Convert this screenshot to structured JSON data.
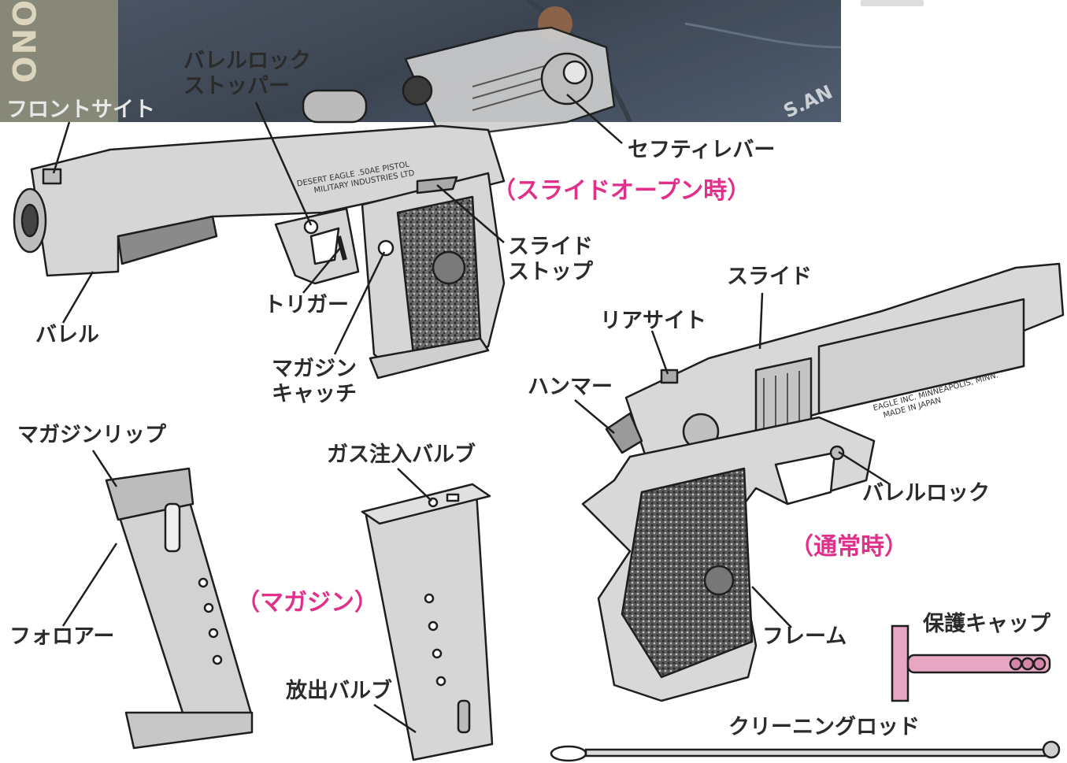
{
  "banner": {
    "side_text": "ONO",
    "shirt_text": "S.AN"
  },
  "labels": {
    "barrel_lock_stopper": [
      "バレルロック",
      "ストッパー"
    ],
    "front_sight": "フロントサイト",
    "safety_lever": "セフティレバー",
    "slide_open_caption": "（スライドオープン時）",
    "slide_stop": [
      "スライド",
      "ストップ"
    ],
    "slide": "スライド",
    "barrel": "バレル",
    "trigger": "トリガー",
    "magazine_catch": [
      "マガジン",
      "キャッチ"
    ],
    "rear_sight": "リアサイト",
    "hammer": "ハンマー",
    "magazine_lip": "マガジンリップ",
    "gas_inlet_valve": "ガス注入バルブ",
    "barrel_lock": "バレルロック",
    "normal_caption": "（通常時）",
    "follower": "フォロアー",
    "magazine_caption": "（マガジン）",
    "frame": "フレーム",
    "protection_cap": "保護キャップ",
    "release_valve": "放出バルブ",
    "cleaning_rod": "クリーニングロッド"
  },
  "engravings": {
    "slide_open_pistol": [
      "DESERT EAGLE .50AE PISTOL",
      "MILITARY INDUSTRIES LTD"
    ],
    "normal_pistol": [
      "EAGLE INC. MINNEAPOLIS, MINN.",
      "MADE IN JAPAN"
    ]
  },
  "colors": {
    "caption_pink": "#e0308a",
    "label_text": "#2b2b2b",
    "gun_fill": "#d8d8d8",
    "gun_dark": "#9a9a9a",
    "outline": "#1e1e1e",
    "cap_pink": "#e7a7c2"
  }
}
